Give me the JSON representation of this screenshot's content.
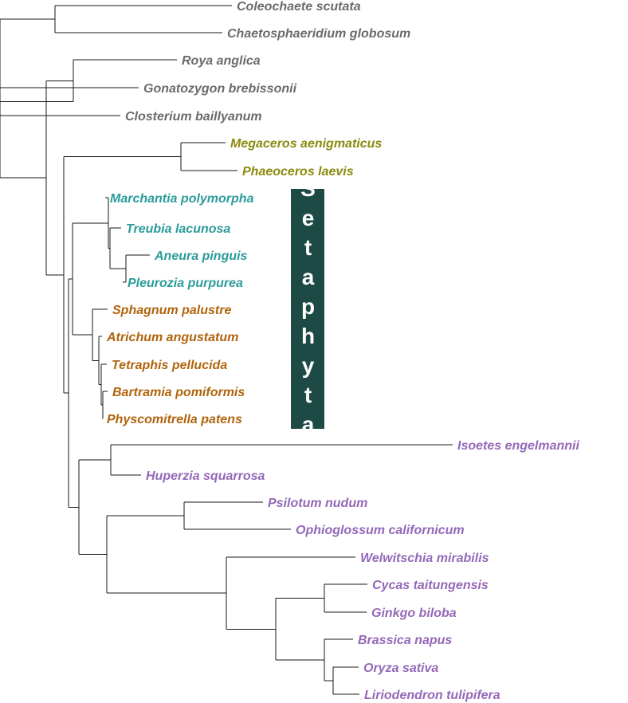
{
  "colors": {
    "outgroup": "#6b6b6b",
    "hornworts": "#8a8a10",
    "liverworts": "#2a9c9a",
    "mosses": "#b0640c",
    "vascular": "#9468b8",
    "clade_box": "#1e4a46"
  },
  "clade_label": "Setaphyta",
  "taxa": [
    {
      "id": "coleochaete",
      "name": "Coleochaete scutata",
      "group": "outgroup"
    },
    {
      "id": "chaetosphaeridium",
      "name": "Chaetosphaeridium globosum",
      "group": "outgroup"
    },
    {
      "id": "roya",
      "name": "Roya anglica",
      "group": "outgroup"
    },
    {
      "id": "gonatozygon",
      "name": "Gonatozygon brebissonii",
      "group": "outgroup"
    },
    {
      "id": "closterium",
      "name": "Closterium baillyanum",
      "group": "outgroup"
    },
    {
      "id": "megaceros",
      "name": "Megaceros aenigmaticus",
      "group": "hornworts"
    },
    {
      "id": "phaeoceros",
      "name": "Phaeoceros laevis",
      "group": "hornworts"
    },
    {
      "id": "marchantia",
      "name": "Marchantia polymorpha",
      "group": "liverworts"
    },
    {
      "id": "treubia",
      "name": "Treubia lacunosa",
      "group": "liverworts"
    },
    {
      "id": "aneura",
      "name": "Aneura pinguis",
      "group": "liverworts"
    },
    {
      "id": "pleurozia",
      "name": "Pleurozia purpurea",
      "group": "liverworts"
    },
    {
      "id": "sphagnum",
      "name": "Sphagnum palustre",
      "group": "mosses"
    },
    {
      "id": "atrichum",
      "name": "Atrichum angustatum",
      "group": "mosses"
    },
    {
      "id": "tetraphis",
      "name": "Tetraphis pellucida",
      "group": "mosses"
    },
    {
      "id": "bartramia",
      "name": "Bartramia pomiformis",
      "group": "mosses"
    },
    {
      "id": "physcomitrella",
      "name": "Physcomitrella patens",
      "group": "mosses"
    },
    {
      "id": "isoetes",
      "name": "Isoetes engelmannii",
      "group": "vascular"
    },
    {
      "id": "huperzia",
      "name": "Huperzia squarrosa",
      "group": "vascular"
    },
    {
      "id": "psilotum",
      "name": "Psilotum nudum",
      "group": "vascular"
    },
    {
      "id": "ophioglossum",
      "name": "Ophioglossum californicum",
      "group": "vascular"
    },
    {
      "id": "welwitschia",
      "name": "Welwitschia mirabilis",
      "group": "vascular"
    },
    {
      "id": "cycas",
      "name": "Cycas taitungensis",
      "group": "vascular"
    },
    {
      "id": "ginkgo",
      "name": "Ginkgo biloba",
      "group": "vascular"
    },
    {
      "id": "brassica",
      "name": "Brassica napus",
      "group": "vascular"
    },
    {
      "id": "oryza",
      "name": "Oryza sativa",
      "group": "vascular"
    },
    {
      "id": "liriodendron",
      "name": "Liriodendron tulipifera",
      "group": "vascular"
    }
  ],
  "tree": [
    [
      "coleochaete",
      "chaetosphaeridium"
    ],
    [
      [
        "roya",
        [
          "gonatozygon",
          "closterium"
        ]
      ],
      [
        [
          "megaceros",
          "phaeoceros"
        ],
        [
          [
            [
              "marchantia",
              [
                "treubia",
                [
                  "aneura",
                  "pleurozia"
                ]
              ]
            ],
            [
              "sphagnum",
              [
                "atrichum",
                [
                  "tetraphis",
                  [
                    "bartramia",
                    "physcomitrella"
                  ]
                ]
              ]
            ]
          ],
          [
            [
              "isoetes",
              "huperzia"
            ],
            [
              [
                "psilotum",
                "ophioglossum"
              ],
              [
                "welwitschia",
                [
                  [
                    "cycas",
                    "ginkgo"
                  ],
                  [
                    "brassica",
                    [
                      "oryza",
                      "liriodendron"
                    ]
                  ]
                ]
              ]
            ]
          ]
        ]
      ]
    ]
  ]
}
